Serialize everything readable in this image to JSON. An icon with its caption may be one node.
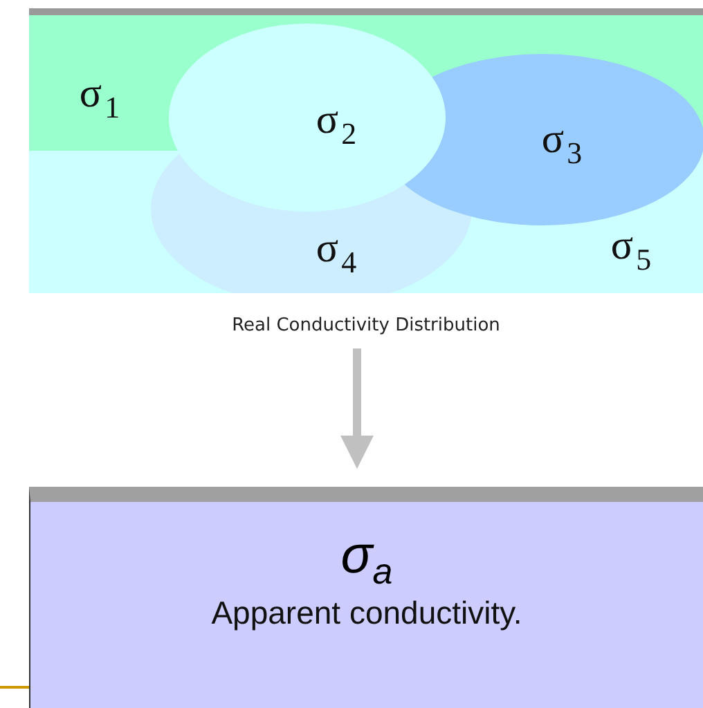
{
  "diagram": {
    "nodes": [
      {
        "text": [],
        "shape": "box"
      },
      {
        "text": [
          "σ$_{1}$"
        ],
        "in": 0
      },
      {
        "text": [
          "σ$_{2}$"
        ],
        "in": 0
      },
      {
        "text": [
          "σ$_{3}$"
        ],
        "in": 0
      },
      {
        "text": [
          "σ$_{4}$"
        ],
        "in": 0
      },
      {
        "text": [
          "σ$_{5}$"
        ],
        "in": 0
      },
      {
        "text": [
          "σ$_{a}$",
          "Apparent conductivity."
        ]
      }
    ],
    "edges": [
      {
        "from": null,
        "to": 6,
        "arrow": "to"
      }
    ],
    "labels": [
      "Real Conductivity Distribution"
    ]
  }
}
